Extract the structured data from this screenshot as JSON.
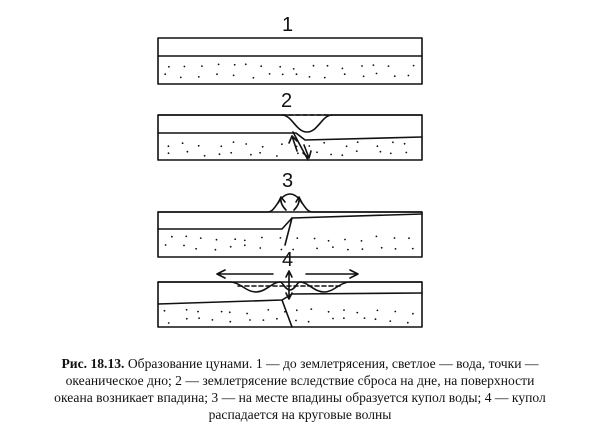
{
  "figure": {
    "stage_labels": [
      "1",
      "2",
      "3",
      "4"
    ]
  },
  "caption": {
    "number": "Рис. 18.13.",
    "line1": "Образование цунами. 1 — до землетрясения, светлое — вода, точки —",
    "line2": "океаническое дно; 2 — землетрясение вследствие сброса на дне, на поверхности",
    "line3": "океана возникает впадина; 3 — на месте впадины образуется купол воды; 4 — купол",
    "line4": "распадается на круговые волны"
  }
}
